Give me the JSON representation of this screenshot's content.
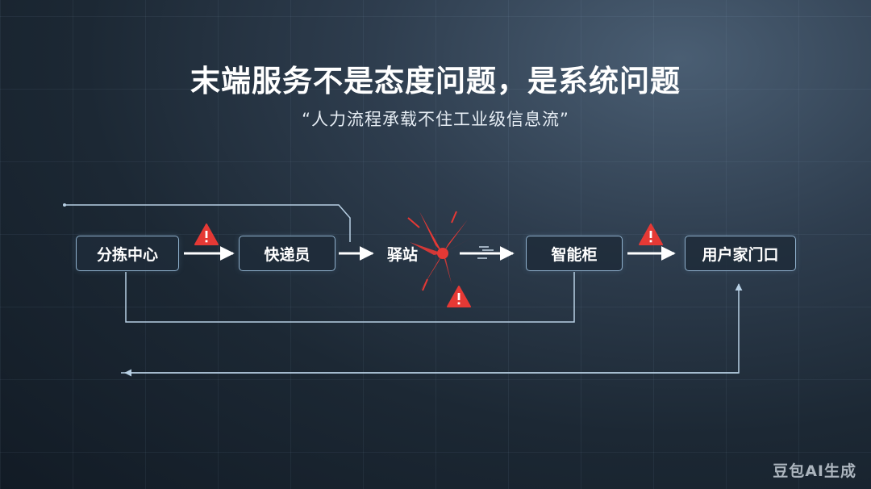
{
  "title": "末端服务不是态度问题，是系统问题",
  "subtitle": "“人力流程承载不住工业级信息流”",
  "nodes": [
    "分拣中心",
    "快递员",
    "驿站",
    "智能柜",
    "用户家门口"
  ],
  "watermark": "豆包AI生成",
  "colors": {
    "line": "#b8d0e4",
    "node_border": "#8fb0cc",
    "alert": "#e53935"
  },
  "icons": [
    "warning-icon",
    "break-burst-icon"
  ]
}
